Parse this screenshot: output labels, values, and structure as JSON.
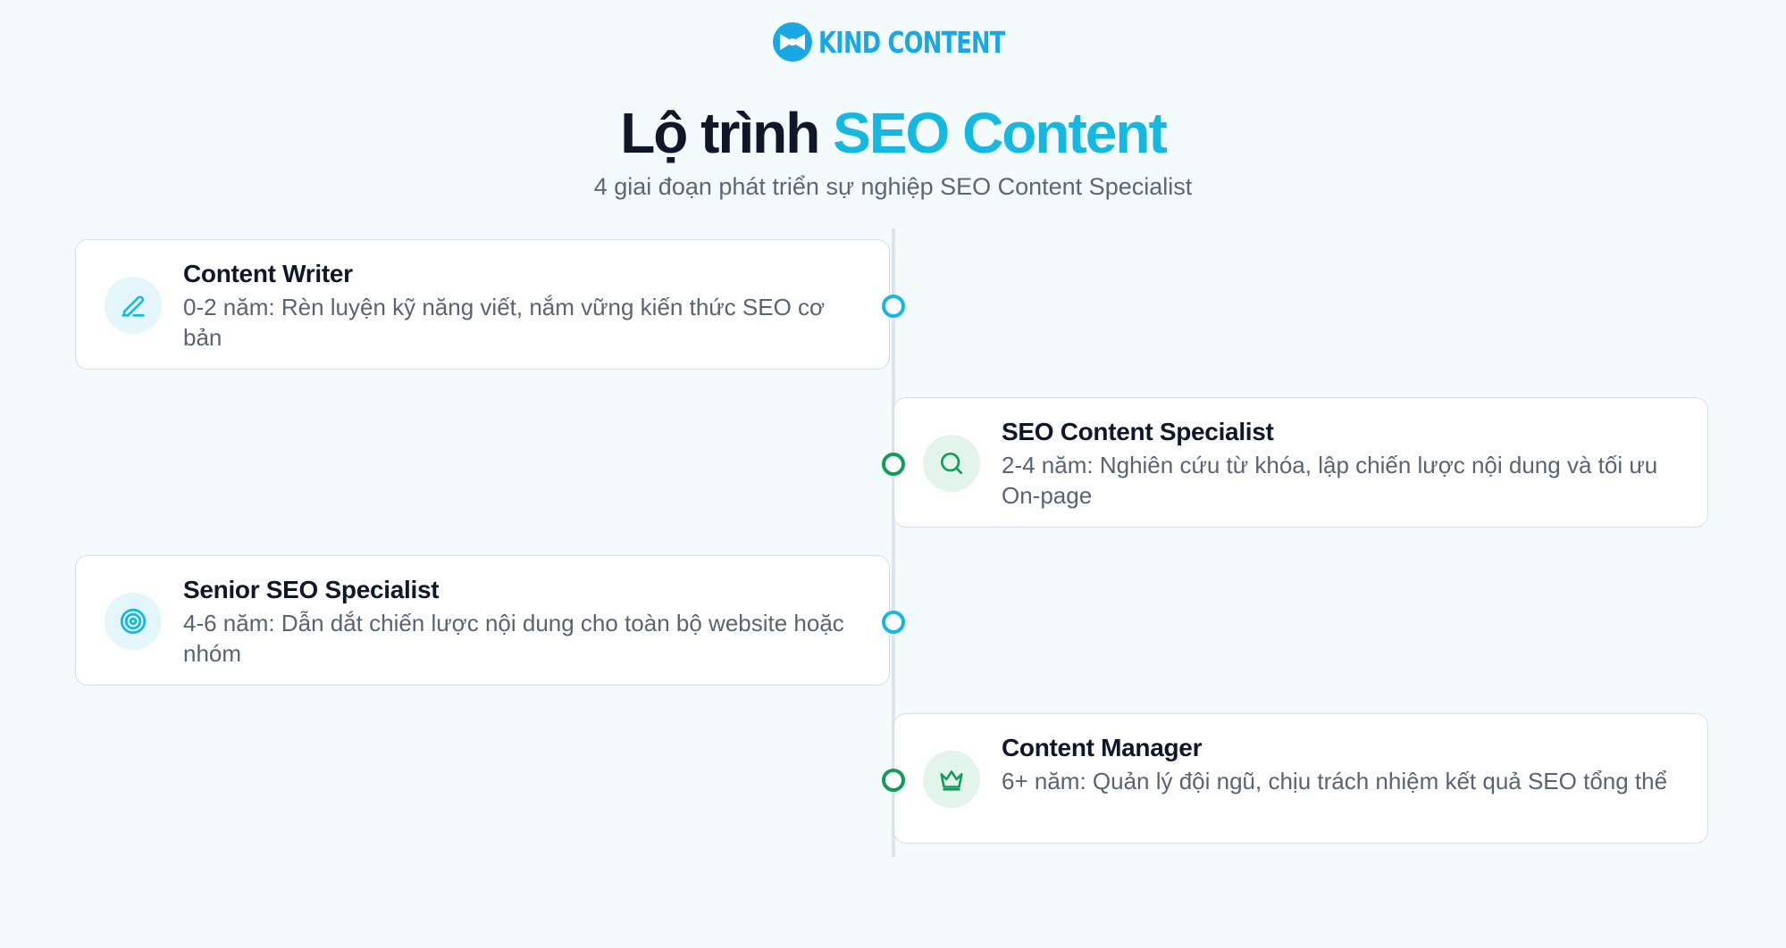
{
  "brand": {
    "logo_text": "KIND CONTENT",
    "icon": "bowtie-icon",
    "color": "#1aa7e6"
  },
  "header": {
    "title_dark": "Lộ trình",
    "title_accent": "SEO Content",
    "subtitle": "4 giai đoạn phát triển sự nghiệp SEO Content Specialist"
  },
  "colors": {
    "background": "#f4fbfd",
    "title": "#0f172a",
    "accent": "#14b8e0",
    "green": "#0f9d58",
    "timeline": "#dde5ec"
  },
  "stages": [
    {
      "title": "Content Writer",
      "desc": "0-2 năm: Rèn luyện kỹ năng viết, nắm vững kiến thức SEO cơ bản",
      "icon": "pencil-icon",
      "accent": "cyan",
      "side": "left"
    },
    {
      "title": "SEO Content Specialist",
      "desc": "2-4 năm: Nghiên cứu từ khóa, lập chiến lược nội dung và tối ưu On-page",
      "icon": "search-icon",
      "accent": "green",
      "side": "right"
    },
    {
      "title": "Senior SEO Specialist",
      "desc": "4-6 năm: Dẫn dắt chiến lược nội dung cho toàn bộ website hoặc nhóm",
      "icon": "target-icon",
      "accent": "cyan",
      "side": "left"
    },
    {
      "title": "Content Manager",
      "desc": "6+ năm: Quản lý đội ngũ, chịu trách nhiệm kết quả SEO tổng thể",
      "icon": "crown-icon",
      "accent": "green",
      "side": "right"
    }
  ]
}
